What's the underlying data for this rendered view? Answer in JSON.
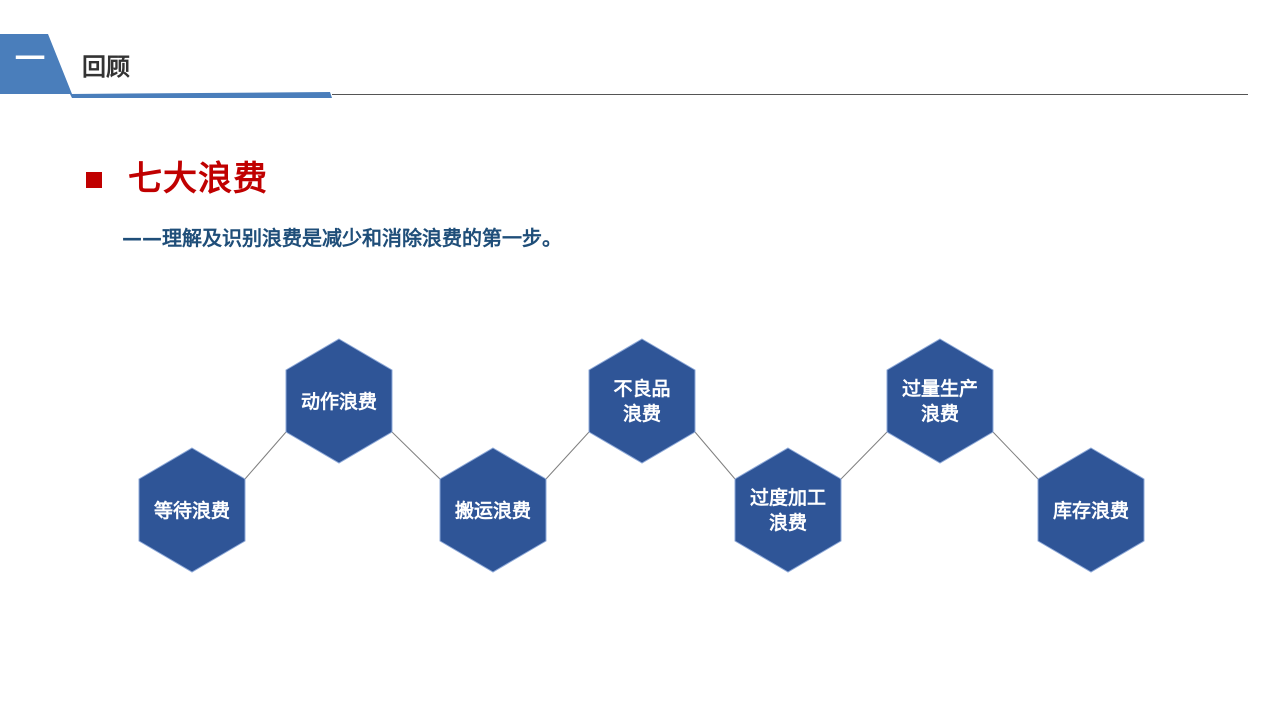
{
  "header": {
    "section_number": "一",
    "section_title": "回顾",
    "band_color": "#4a7ebb"
  },
  "main": {
    "heading": "七大浪费",
    "subtitle": "——理解及识别浪费是减少和消除浪费的第一步。",
    "heading_color": "#c00000",
    "subtitle_color": "#1f4e79"
  },
  "diagram": {
    "node_color": "#2f5597",
    "connector_color": "#7f7f7f",
    "nodes": [
      {
        "lines": [
          "等待浪费"
        ]
      },
      {
        "lines": [
          "动作浪费"
        ]
      },
      {
        "lines": [
          "搬运浪费"
        ]
      },
      {
        "lines": [
          "不良品",
          "浪费"
        ]
      },
      {
        "lines": [
          "过度加工",
          "浪费"
        ]
      },
      {
        "lines": [
          "过量生产",
          "浪费"
        ]
      },
      {
        "lines": [
          "库存浪费"
        ]
      }
    ]
  }
}
